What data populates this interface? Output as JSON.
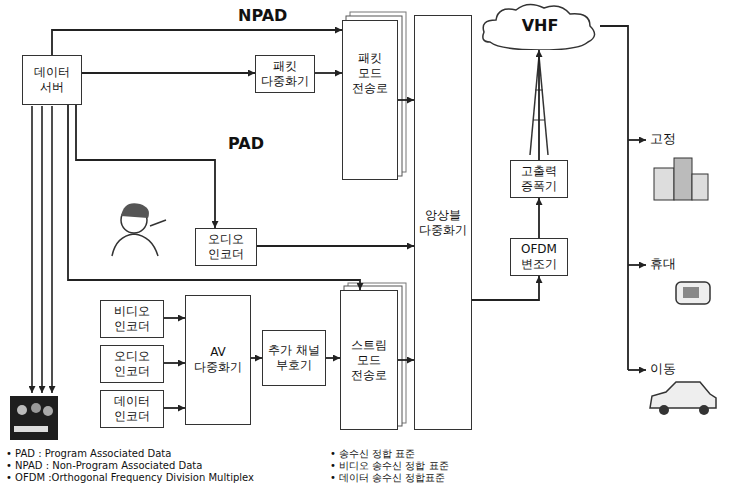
{
  "diagram": {
    "nodes": [
      {
        "text": [
          "데이터 서버"
        ]
      },
      {
        "text": [
          "패킷 다중화기"
        ]
      },
      {
        "text": [
          "패킷 모드 전송로"
        ]
      },
      {
        "text": [
          "오디오 인코더"
        ]
      },
      {
        "text": [
          "앙상블 다중화기"
        ]
      },
      {
        "text": [
          "VHF"
        ]
      },
      {
        "text": [
          "고출력 증폭기"
        ]
      },
      {
        "text": [
          "OFDM 변조기"
        ]
      },
      {
        "text": [
          "비디오 인코더"
        ]
      },
      {
        "text": [
          "오디오 인코더"
        ]
      },
      {
        "text": [
          "데이터 인코더"
        ]
      },
      {
        "text": [
          "AV 다중화기"
        ]
      },
      {
        "text": [
          "추가 채널 부호기"
        ]
      },
      {
        "text": [
          "스트림 모드 전송로"
        ]
      }
    ],
    "edges": [
      {
        "from": 0,
        "to": 1,
        "arrow": "to"
      },
      {
        "from": 1,
        "to": 2,
        "arrow": "to"
      },
      {
        "from": 0,
        "to": 2,
        "arrow": "to"
      },
      {
        "from": 0,
        "to": 3,
        "arrow": "to"
      },
      {
        "from": 0,
        "to": 13,
        "arrow": "to"
      },
      {
        "from": 2,
        "to": 4,
        "arrow": "to"
      },
      {
        "from": 3,
        "to": 4,
        "arrow": "to"
      },
      {
        "from": 13,
        "to": 4,
        "arrow": "to"
      },
      {
        "from": 4,
        "to": 7,
        "arrow": "to"
      },
      {
        "from": 7,
        "to": 6,
        "arrow": "to"
      },
      {
        "from": 6,
        "to": 5,
        "arrow": "to"
      },
      {
        "from": 8,
        "to": 11,
        "arrow": "to"
      },
      {
        "from": 9,
        "to": 11,
        "arrow": "to"
      },
      {
        "from": 10,
        "to": 11,
        "arrow": "to"
      },
      {
        "from": 11,
        "to": 12,
        "arrow": "to"
      },
      {
        "from": 12,
        "to": 13,
        "arrow": "to"
      }
    ],
    "labels": [
      "NPAD",
      "PAD",
      "고정",
      "휴대",
      "이동",
      "• PAD : Program Associated Data",
      "• NPAD : Non-Program Associated Data",
      "• OFDM :Orthogonal Frequency Division Multiplex",
      "• 송수신 정합 표준",
      "• 비디오 송수신 정합 표준",
      "• 데이터 송수신 정합표준"
    ]
  }
}
